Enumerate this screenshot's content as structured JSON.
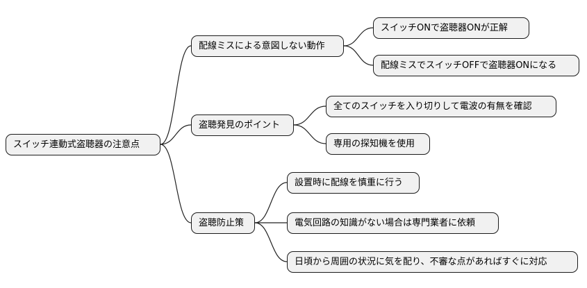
{
  "root": {
    "label": "スイッチ連動式盗聴器の注意点"
  },
  "branches": [
    {
      "label": "配線ミスによる意図しない動作",
      "children": [
        "スイッチONで盗聴器ONが正解",
        "配線ミスでスイッチOFFで盗聴器ONになる"
      ]
    },
    {
      "label": "盗聴発見のポイント",
      "children": [
        "全てのスイッチを入り切りして電波の有無を確認",
        "専用の探知機を使用"
      ]
    },
    {
      "label": "盗聴防止策",
      "children": [
        "設置時に配線を慎重に行う",
        "電気回路の知識がない場合は専門業者に依頼",
        "日頃から周囲の状況に気を配り、不審な点があればすぐに対応"
      ]
    }
  ]
}
